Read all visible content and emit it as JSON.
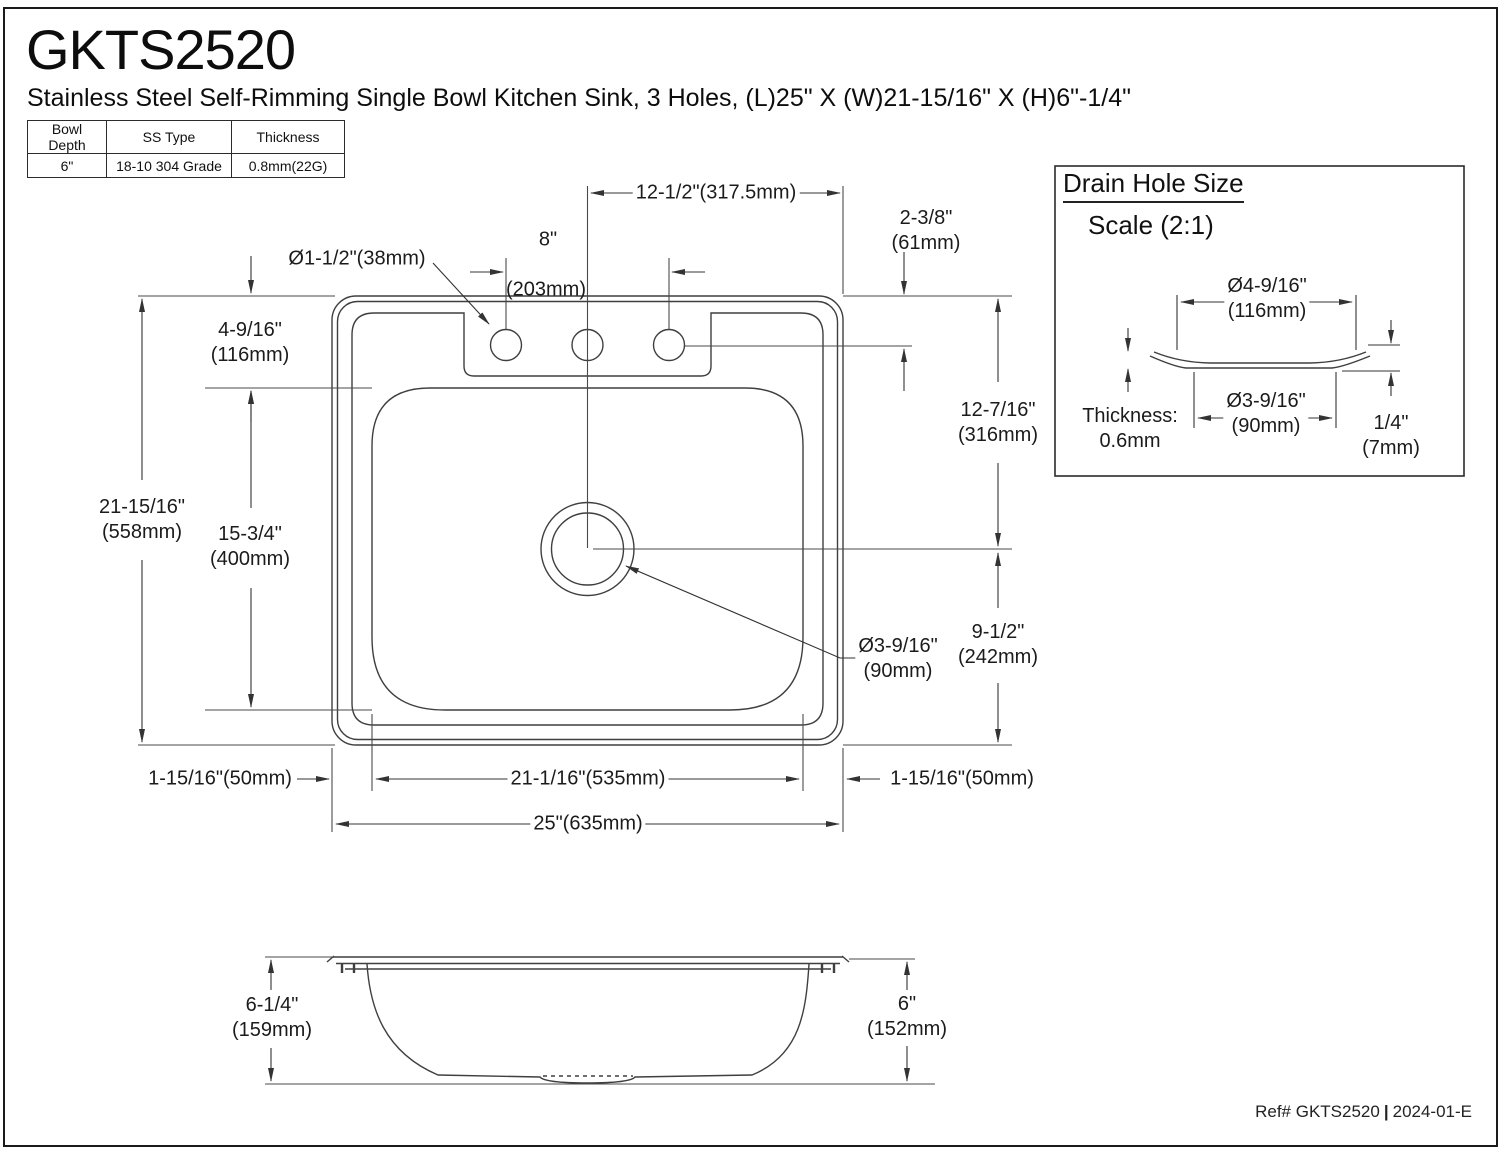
{
  "header": {
    "model": "GKTS2520",
    "subtitle": "Stainless Steel Self-Rimming Single Bowl Kitchen Sink, 3 Holes, (L)25\" X (W)21-15/16\" X (H)6\"-1/4\"",
    "spec_table": {
      "columns": [
        "Bowl Depth",
        "SS Type",
        "Thickness"
      ],
      "values": [
        "6\"",
        "18-10 304 Grade",
        "0.8mm(22G)"
      ]
    }
  },
  "top_view": {
    "dim_center_to_edge": {
      "text": "12-1/2\"(317.5mm)"
    },
    "dim_hole_spacing": {
      "in": "8\"",
      "mm": "(203mm)"
    },
    "dim_rim_to_hole": {
      "in": "2-3/8\"",
      "mm": "(61mm)"
    },
    "faucet_hole_label": {
      "text": "Ø1-1/2\"(38mm)"
    },
    "dim_rim_to_bowl": {
      "in": "4-9/16\"",
      "mm": "(116mm)"
    },
    "dim_overall_width": {
      "in": "21-15/16\"",
      "mm": "(558mm)"
    },
    "dim_bowl_width": {
      "in": "15-3/4\"",
      "mm": "(400mm)"
    },
    "dim_top_to_drain": {
      "in": "12-7/16\"",
      "mm": "(316mm)"
    },
    "dim_drain_to_bottom": {
      "in": "9-1/2\"",
      "mm": "(242mm)"
    },
    "drain_label": {
      "in": "Ø3-9/16\"",
      "mm": "(90mm)"
    },
    "dim_left_margin": {
      "text": "1-15/16\"(50mm)"
    },
    "dim_bowl_length": {
      "text": "21-1/16\"(535mm)"
    },
    "dim_right_margin": {
      "text": "1-15/16\"(50mm)"
    },
    "dim_overall_length": {
      "text": "25\"(635mm)"
    }
  },
  "drain_detail": {
    "title": "Drain Hole Size",
    "scale": "Scale (2:1)",
    "dim_flange_od": {
      "in": "Ø4-9/16\"",
      "mm": "(116mm)"
    },
    "thickness_label": {
      "line1": "Thickness:",
      "line2": "0.6mm"
    },
    "dim_hole_d": {
      "in": "Ø3-9/16\"",
      "mm": "(90mm)"
    },
    "dim_flange_height": {
      "in": "1/4\"",
      "mm": "(7mm)"
    }
  },
  "side_view": {
    "dim_overall_height": {
      "in": "6-1/4\"",
      "mm": "(159mm)"
    },
    "dim_bowl_depth": {
      "in": "6\"",
      "mm": "(152mm)"
    }
  },
  "footer": {
    "ref": "Ref# GKTS2520",
    "separator": "|",
    "edition": "2024-01-E"
  }
}
